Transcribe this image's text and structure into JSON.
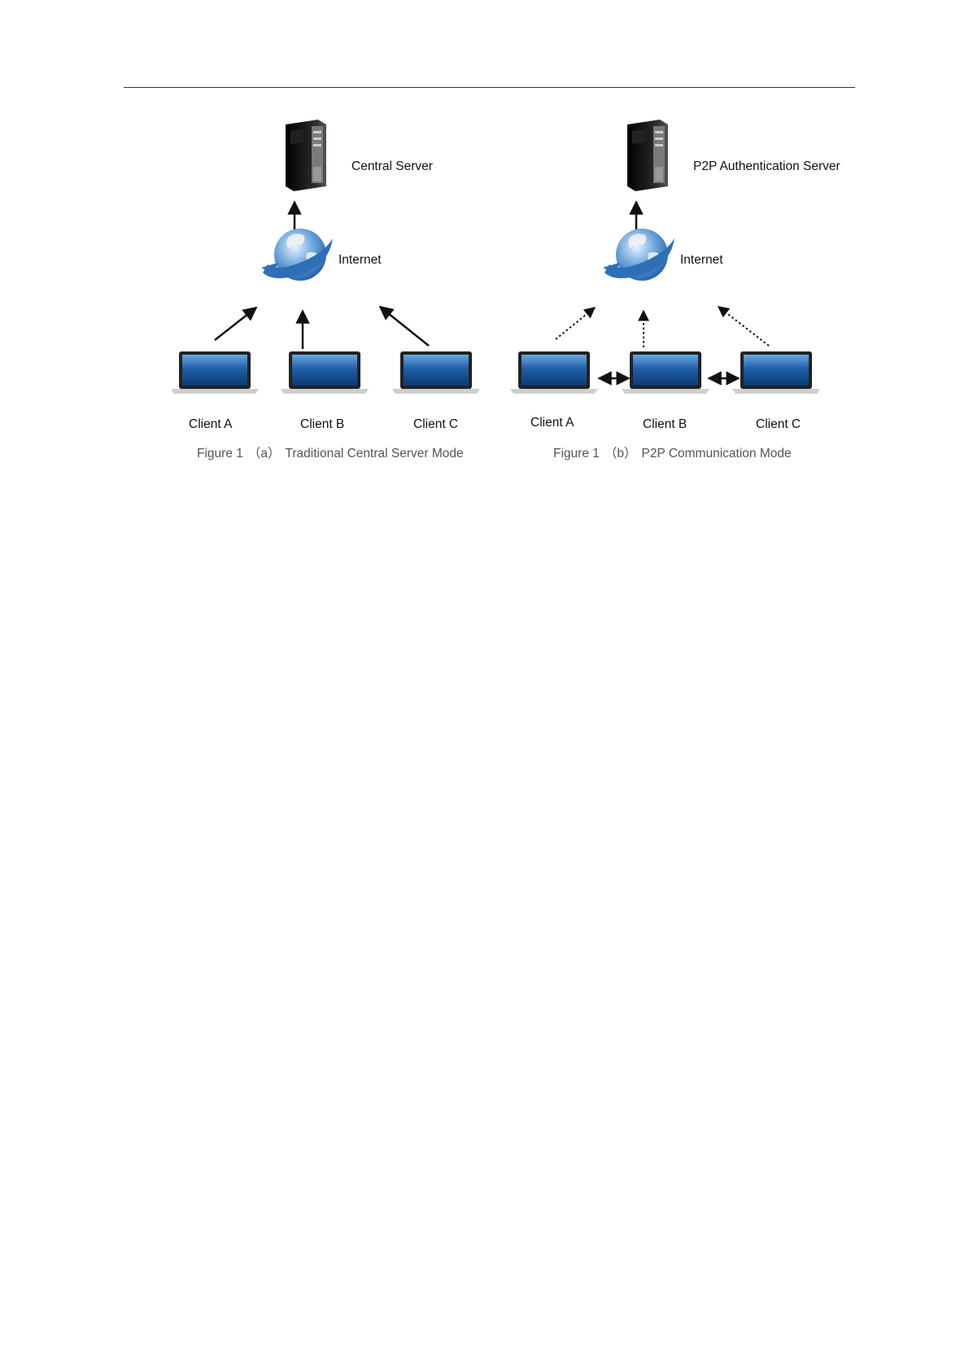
{
  "panels": [
    {
      "id": "a",
      "server_label": "Central Server",
      "internet_label": "Internet",
      "clients": [
        "Client A",
        "Client B",
        "Client C"
      ],
      "links": "solid",
      "caption": {
        "figure": "Figure 1",
        "part": "（a）",
        "title": "Traditional Central Server Mode"
      }
    },
    {
      "id": "b",
      "server_label": "P2P Authentication Server",
      "internet_label": "Internet",
      "clients": [
        "Client A",
        "Client B",
        "Client C"
      ],
      "links": "dotted",
      "peer_links": "bidirectional",
      "caption": {
        "figure": "Figure 1",
        "part": "（b）",
        "title": "P2P Communication Mode"
      }
    }
  ],
  "icons": {
    "server": "server-tower-icon",
    "internet": "globe-icon",
    "client": "laptop-icon"
  },
  "colors": {
    "screen_blue": "#1f5fa8",
    "globe_blue": "#3b82c4",
    "server_black": "#1a1a1a",
    "caption_gray": "#555555"
  }
}
